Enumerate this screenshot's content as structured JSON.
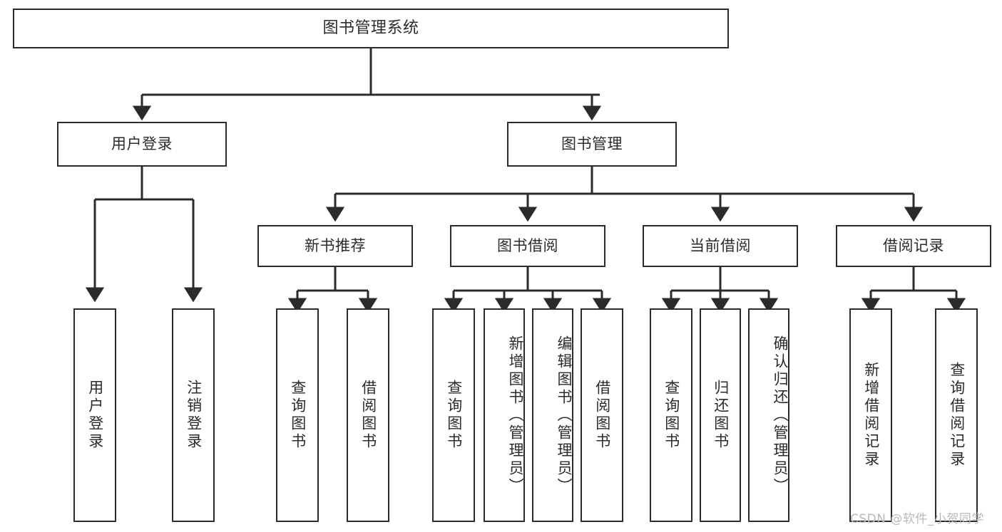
{
  "diagram": {
    "type": "tree",
    "title": "图书管理系统",
    "root": {
      "label": "图书管理系统"
    },
    "level2": [
      {
        "label": "用户登录"
      },
      {
        "label": "图书管理"
      }
    ],
    "level3": [
      {
        "label": "新书推荐"
      },
      {
        "label": "图书借阅"
      },
      {
        "label": "当前借阅"
      },
      {
        "label": "借阅记录"
      }
    ],
    "leaves": {
      "user_login": [
        {
          "label": "用户登录"
        },
        {
          "label": "注销登录"
        }
      ],
      "new_book": [
        {
          "label": "查询图书"
        },
        {
          "label": "借阅图书"
        }
      ],
      "book_borrow": [
        {
          "label": "查询图书"
        },
        {
          "label": "新增图书（管理员）"
        },
        {
          "label": "编辑图书（管理员）"
        },
        {
          "label": "借阅图书"
        }
      ],
      "current_borrow": [
        {
          "label": "查询图书"
        },
        {
          "label": "归还图书"
        },
        {
          "label": "确认归还（管理员）"
        }
      ],
      "borrow_record": [
        {
          "label": "新增借阅记录"
        },
        {
          "label": "查询借阅记录"
        }
      ]
    }
  },
  "watermark": {
    "text": "CSDN @软件_小贺同学"
  },
  "colors": {
    "stroke": "#2b2b2b",
    "text": "#2b2b2b",
    "background": "#ffffff",
    "watermark": "#b9b9b9"
  }
}
